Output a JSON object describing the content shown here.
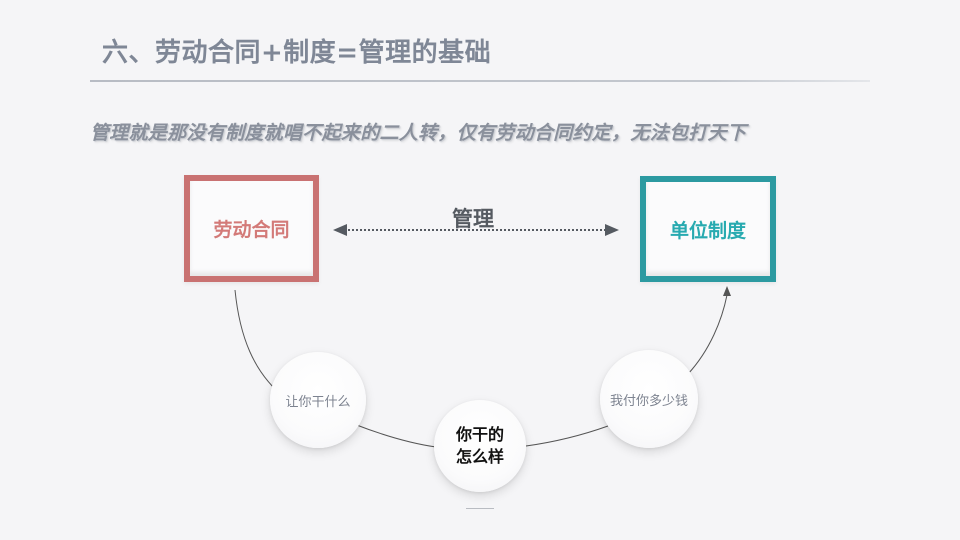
{
  "slide": {
    "title": "六、劳动合同+制度=管理的基础",
    "subtitle": "管理就是那没有制度就唱不起来的二人转，仅有劳动合同约定，无法包打天下"
  },
  "diagram": {
    "left_box": {
      "label": "劳动合同",
      "border_color": "#c97272",
      "text_color": "#d37a78"
    },
    "right_box": {
      "label": "单位制度",
      "border_color": "#2c9aa1",
      "text_color": "#27aab0"
    },
    "connector_label": "管理",
    "connector_style": "dotted-double-arrow",
    "circles": [
      {
        "label": "让你干什么"
      },
      {
        "line1": "你干的",
        "line2": "怎么样"
      },
      {
        "label": "我付你多少钱"
      }
    ]
  }
}
